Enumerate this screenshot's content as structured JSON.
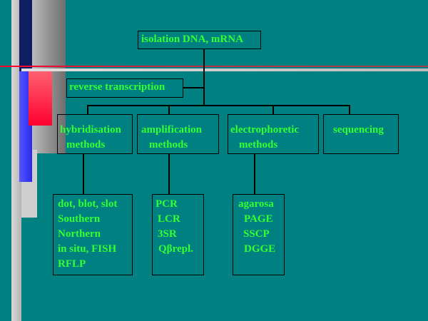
{
  "colors": {
    "background": "#008080",
    "text": "#33ff33",
    "lines": "#000000",
    "accent_red": "#ff0030",
    "accent_blue": "#3333ff",
    "accent_navy": "#0f1e60"
  },
  "diagram": {
    "root": "isolation DNA, mRNA",
    "side_step": "reverse transcription",
    "categories": [
      {
        "title": [
          "hybridisation",
          "methods"
        ],
        "items": [
          "dot, blot, slot",
          "Southern",
          "Northern",
          "in situ, FISH",
          "RFLP"
        ]
      },
      {
        "title": [
          "amplification",
          "methods"
        ],
        "items": [
          "PCR",
          "LCR",
          "3SR",
          "Qβrepl."
        ]
      },
      {
        "title": [
          "electrophoretic",
          "methods"
        ],
        "items": [
          "agarosa",
          "PAGE",
          "SSCP",
          "DGGE"
        ]
      },
      {
        "title": [
          "sequencing"
        ],
        "items": []
      }
    ]
  }
}
